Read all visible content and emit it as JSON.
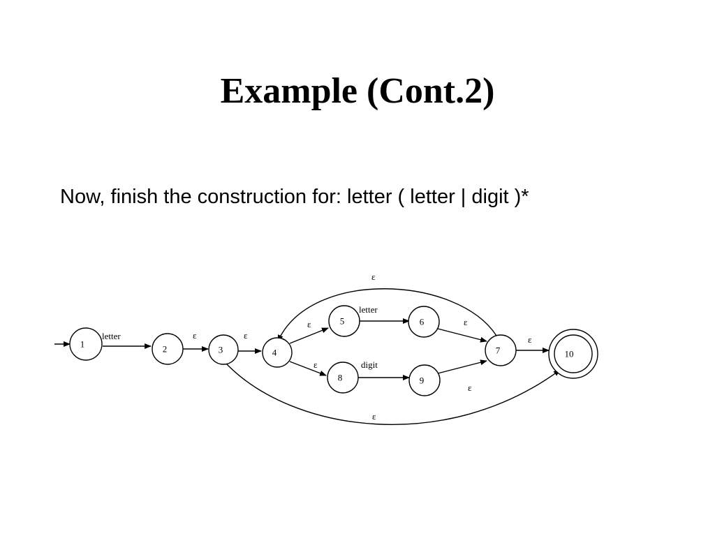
{
  "slide": {
    "title": "Example (Cont.2)",
    "body": "Now, finish the construction for: letter ( letter | digit )*"
  },
  "nfa": {
    "start_state": "1",
    "accept_state": "10",
    "states": [
      {
        "id": "s1",
        "label": "1"
      },
      {
        "id": "s2",
        "label": "2"
      },
      {
        "id": "s3",
        "label": "3"
      },
      {
        "id": "s4",
        "label": "4"
      },
      {
        "id": "s5",
        "label": "5"
      },
      {
        "id": "s6",
        "label": "6"
      },
      {
        "id": "s7",
        "label": "7"
      },
      {
        "id": "s8",
        "label": "8"
      },
      {
        "id": "s9",
        "label": "9"
      },
      {
        "id": "s10",
        "label": "10"
      }
    ],
    "transitions": [
      {
        "from": "1",
        "to": "2",
        "label": "letter"
      },
      {
        "from": "2",
        "to": "3",
        "label": "ε"
      },
      {
        "from": "3",
        "to": "4",
        "label": "ε"
      },
      {
        "from": "4",
        "to": "5",
        "label": "ε"
      },
      {
        "from": "4",
        "to": "8",
        "label": "ε"
      },
      {
        "from": "5",
        "to": "6",
        "label": "letter"
      },
      {
        "from": "8",
        "to": "9",
        "label": "digit"
      },
      {
        "from": "6",
        "to": "7",
        "label": "ε"
      },
      {
        "from": "9",
        "to": "7",
        "label": "ε"
      },
      {
        "from": "7",
        "to": "4",
        "label": "ε"
      },
      {
        "from": "7",
        "to": "10",
        "label": "ε"
      },
      {
        "from": "3",
        "to": "10",
        "label": "ε"
      }
    ]
  }
}
